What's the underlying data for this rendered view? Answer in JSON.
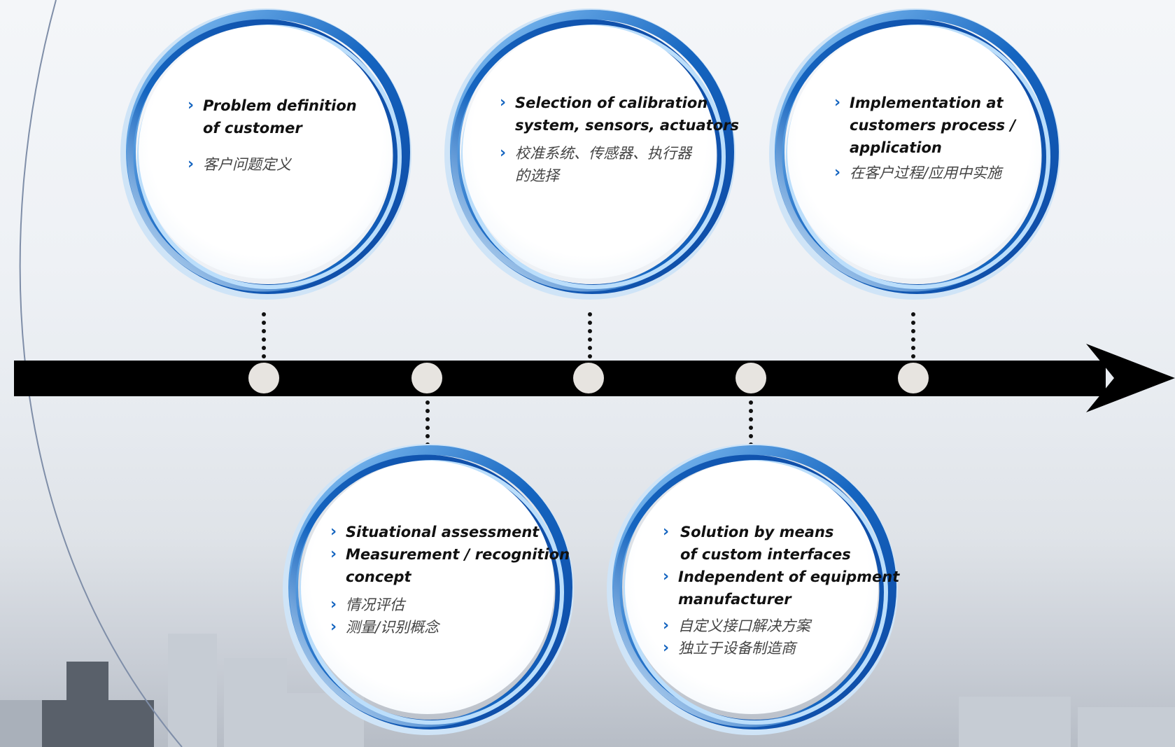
{
  "colors": {
    "accent": "#1565c0",
    "ring_dark": "#0d47a1",
    "ring_light": "#90caf9",
    "timeline": "#000000",
    "marker": "#e7e4e0"
  },
  "steps": [
    {
      "items": [
        {
          "lang": "en",
          "text": "Problem definition\nof customer"
        },
        {
          "lang": "zh",
          "text": "客户问题定义"
        }
      ]
    },
    {
      "items": [
        {
          "lang": "en",
          "text": "Situational assessment"
        },
        {
          "lang": "en",
          "text": "Measurement / recognition\nconcept"
        },
        {
          "lang": "zh",
          "text": "情况评估"
        },
        {
          "lang": "zh",
          "text": "测量/识别概念"
        }
      ]
    },
    {
      "items": [
        {
          "lang": "en",
          "text": "Selection of calibration\nsystem, sensors, actuators"
        },
        {
          "lang": "zh",
          "text": "校准系统、传感器、执行器\n的选择"
        }
      ]
    },
    {
      "items": [
        {
          "lang": "en",
          "text": "Solution by means\nof custom interfaces"
        },
        {
          "lang": "en",
          "text": "Independent of equipment\nmanufacturer"
        },
        {
          "lang": "zh",
          "text": "自定义接口解决方案"
        },
        {
          "lang": "zh",
          "text": "独立于设备制造商"
        }
      ]
    },
    {
      "items": [
        {
          "lang": "en",
          "text": "Implementation at\ncustomers process /\napplication"
        },
        {
          "lang": "zh",
          "text": "在客户过程/应用中实施"
        }
      ]
    }
  ]
}
